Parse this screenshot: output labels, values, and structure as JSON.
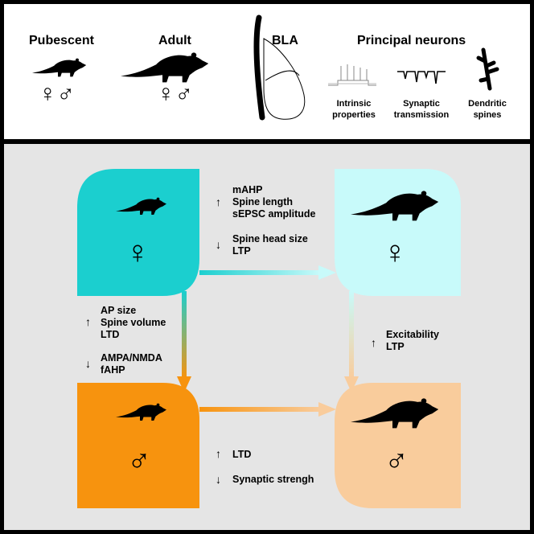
{
  "top": {
    "pubescent": "Pubescent",
    "adult": "Adult",
    "bla": "BLA",
    "principal": "Principal neurons",
    "intrinsic": [
      "Intrinsic",
      "properties"
    ],
    "synaptic": [
      "Synaptic",
      "transmission"
    ],
    "dendritic": [
      "Dendritic",
      "spines"
    ],
    "sex_symbols": "♀♂"
  },
  "quadrants": {
    "tl_color": "#1bcfcf",
    "tr_color": "#c8fafa",
    "bl_color": "#f7930e",
    "br_color": "#f9cc9c",
    "female": "♀",
    "male": "♂"
  },
  "labels": {
    "top_up": [
      "mAHP",
      "Spine length",
      "sEPSC amplitude"
    ],
    "top_down": [
      "Spine head size",
      "LTP"
    ],
    "left_up": [
      "AP size",
      "Spine volume",
      "LTD"
    ],
    "left_down": [
      "AMPA/NMDA",
      "fAHP"
    ],
    "right_up": [
      "Excitability",
      "LTP"
    ],
    "bottom_up": [
      "LTD"
    ],
    "bottom_down": [
      "Synaptic strengh"
    ],
    "up_arrow": "↑",
    "down_arrow": "↓"
  }
}
